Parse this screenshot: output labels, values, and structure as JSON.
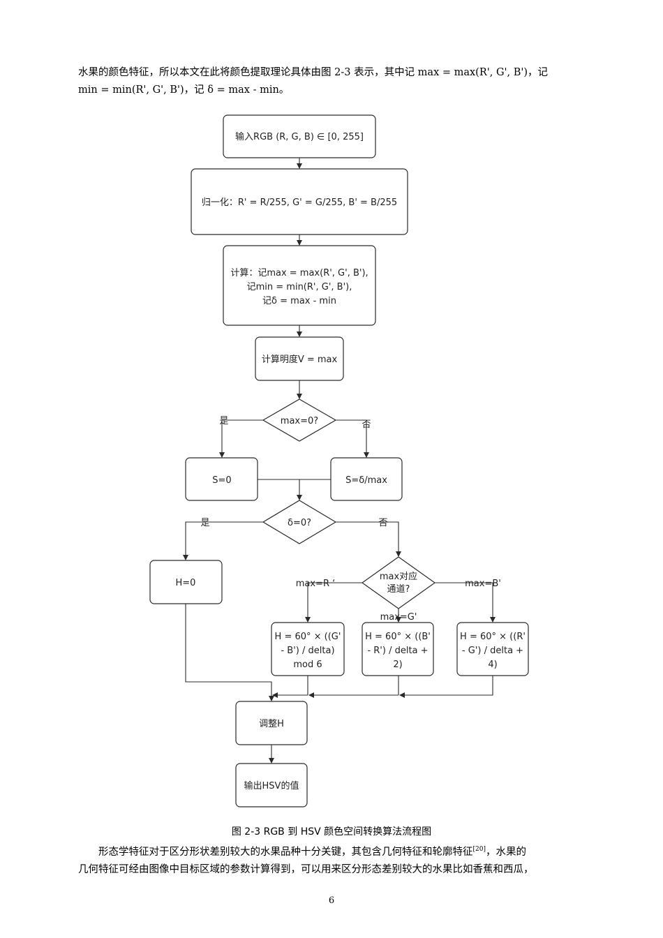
{
  "paragraph_top": {
    "line1": "水果的颜色特征，所以本文在此将颜色提取理论具体由图 2-3 表示，其中记 max = max(R', G', B')，记",
    "line2": "min = min(R', G', B')，记 δ = max - min。"
  },
  "flowchart": {
    "input": "输入RGB (R, G, B) ∈ [0, 255]",
    "normalize": "归一化：R' = R/255, G' = G/255, B' = B/255",
    "compute": [
      "计算：记max = max(R', G', B'),",
      "记min = min(R', G', B'),",
      "记δ = max - min"
    ],
    "compute_v": "计算明度V = max",
    "decision_max": "max=0?",
    "yes1": "是",
    "no1": "否",
    "s0": "S=0",
    "s_delta": "S=δ/max",
    "decision_delta": "δ=0?",
    "yes2": "是",
    "no2": "否",
    "h0": "H=0",
    "decision_channel": [
      "max对应",
      "通道?"
    ],
    "edge_r": "max=R ‘",
    "edge_g": "max=G'",
    "edge_b": "max=B'",
    "h_r": [
      "H = 60° × ((G'",
      "- B') / delta)",
      "mod 6"
    ],
    "h_g": [
      "H = 60° × ((B'",
      "- R') / delta +",
      "2)"
    ],
    "h_b": [
      "H = 60° × ((R'",
      "- G') / delta +",
      "4)"
    ],
    "adjust": "调整H",
    "output": "输出HSV的值"
  },
  "caption": "图 2-3 RGB 到 HSV 颜色空间转换算法流程图",
  "paragraph_bottom": {
    "line1_before": "形态学特征对于区分形状差别较大的水果品种十分关键，其包含几何特征和轮廓特征",
    "line1_ref": "[20]",
    "line1_after": "，水果的",
    "line2": "几何特征可经由图像中目标区域的参数计算得到，可以用来区分形态差别较大的水果比如香蕉和西瓜，"
  },
  "page_number": "6"
}
